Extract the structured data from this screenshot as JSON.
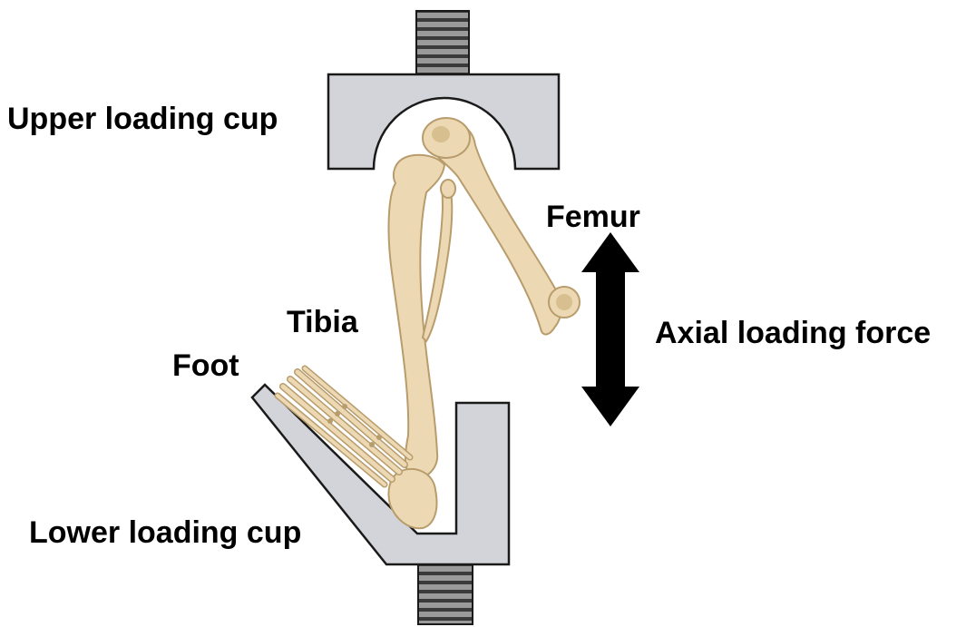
{
  "labels": {
    "upper_cup": "Upper loading cup",
    "femur": "Femur",
    "tibia": "Tibia",
    "axial_force": "Axial loading force",
    "foot": "Foot",
    "lower_cup": "Lower loading cup"
  },
  "colors": {
    "cup_fill": "#d2d4d9",
    "cup_stroke": "#1a1a1a",
    "bone_fill": "#ecd9b4",
    "bone_shade": "#d8bf8f",
    "bone_stroke": "#b89c6c",
    "arrow": "#000000",
    "screw_fill": "#8a8a8a"
  },
  "icons": {
    "upper_screw": "threaded-rod-icon",
    "lower_screw": "threaded-rod-icon",
    "force_arrow": "double-headed-arrow-icon"
  }
}
